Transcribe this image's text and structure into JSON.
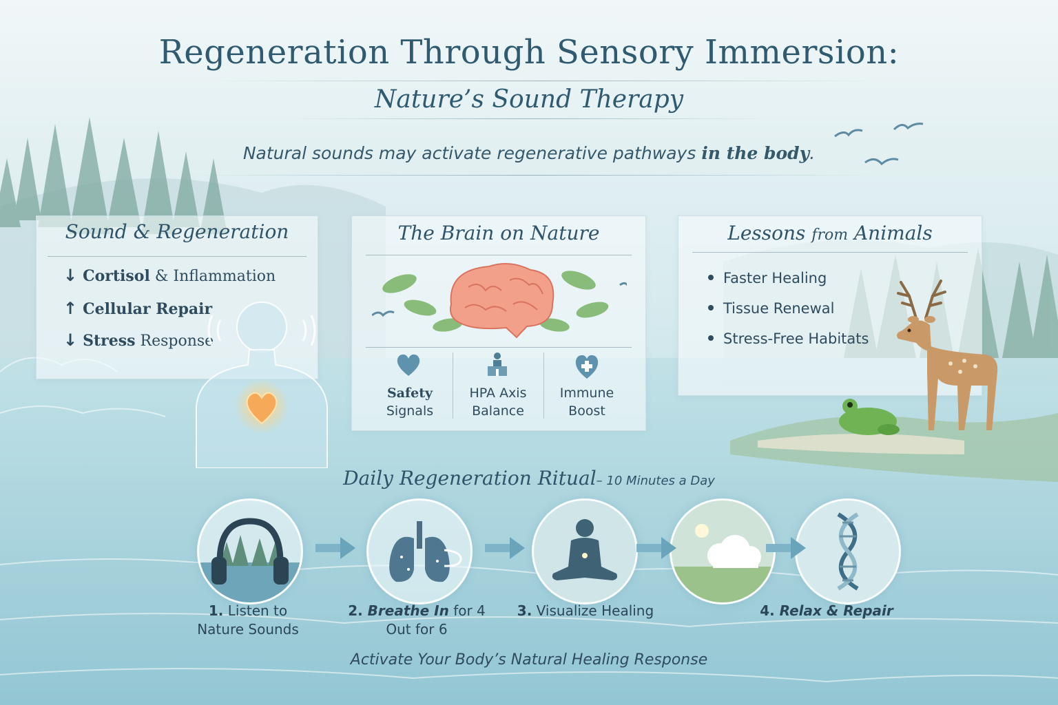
{
  "header": {
    "title": "Regeneration Through Sensory Immersion:",
    "subtitle": "Nature’s Sound Therapy",
    "tagline_start": "Natural sounds may activate regenerative pathways ",
    "tagline_emphasis": "in the body",
    "tagline_end": "."
  },
  "panels": {
    "sound": {
      "title": "Sound & Regeneration",
      "items": [
        {
          "arrow": "↓",
          "strong": "Cortisol",
          "rest": " & Inflammation"
        },
        {
          "arrow": "↑",
          "strong": "Cellular Repair",
          "rest": ""
        },
        {
          "arrow": "↓",
          "strong": "Stress",
          "rest": " Response"
        }
      ]
    },
    "brain": {
      "title": "The Brain on Nature",
      "cells": [
        {
          "line1": "Safety",
          "line2": "Signals",
          "icon": "heart-icon"
        },
        {
          "line1": "HPA Axis",
          "line2": "Balance",
          "icon": "hpa-icon"
        },
        {
          "line1": "Immune",
          "line2": "Boost",
          "icon": "shield-cross-icon"
        }
      ]
    },
    "animals": {
      "title_a": "Lessons ",
      "title_b": "from",
      "title_c": " Animals",
      "items": [
        "Faster Healing",
        "Tissue Renewal",
        "Stress-Free Habitats"
      ]
    }
  },
  "ritual": {
    "title": "Daily Regeneration Ritual",
    "dash": "– ",
    "subtitle": "10 Minutes a Day",
    "steps": [
      {
        "num": "1.",
        "line1": " Listen to",
        "line2": "Nature Sounds",
        "icon": "headphones-icon"
      },
      {
        "num": "2.",
        "line1_b": " Breathe In",
        "line1": " for 4",
        "line2": "Out for 6",
        "icon": "lungs-icon"
      },
      {
        "num": "3.",
        "line1": " Visualize Healing",
        "line2": "",
        "icon": "meditation-icon"
      },
      {
        "num": "",
        "line1": "",
        "line2": "",
        "icon": "clouds-icon"
      },
      {
        "num": "4.",
        "line1": " Relax & Repair",
        "line2": "",
        "icon": "dna-icon"
      }
    ],
    "footer": "Activate Your Body’s Natural Healing Response"
  }
}
